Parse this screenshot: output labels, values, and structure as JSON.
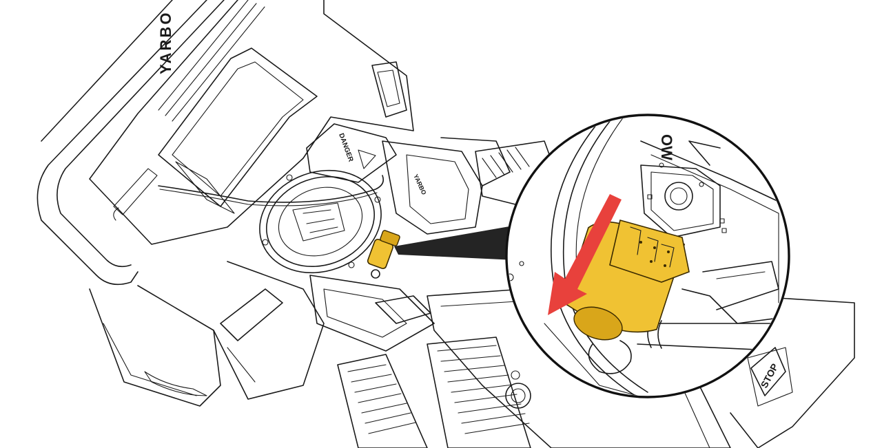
{
  "figure": {
    "labels": {
      "brand_main": "YARBO",
      "brand_small": "YARBO",
      "brand_zoom": "OW",
      "danger": "DANGER",
      "stop": "STOP"
    },
    "highlight": {
      "part_color": "#f0c233",
      "arrow_color": "#e8413c",
      "callout_color": "#111111"
    }
  }
}
